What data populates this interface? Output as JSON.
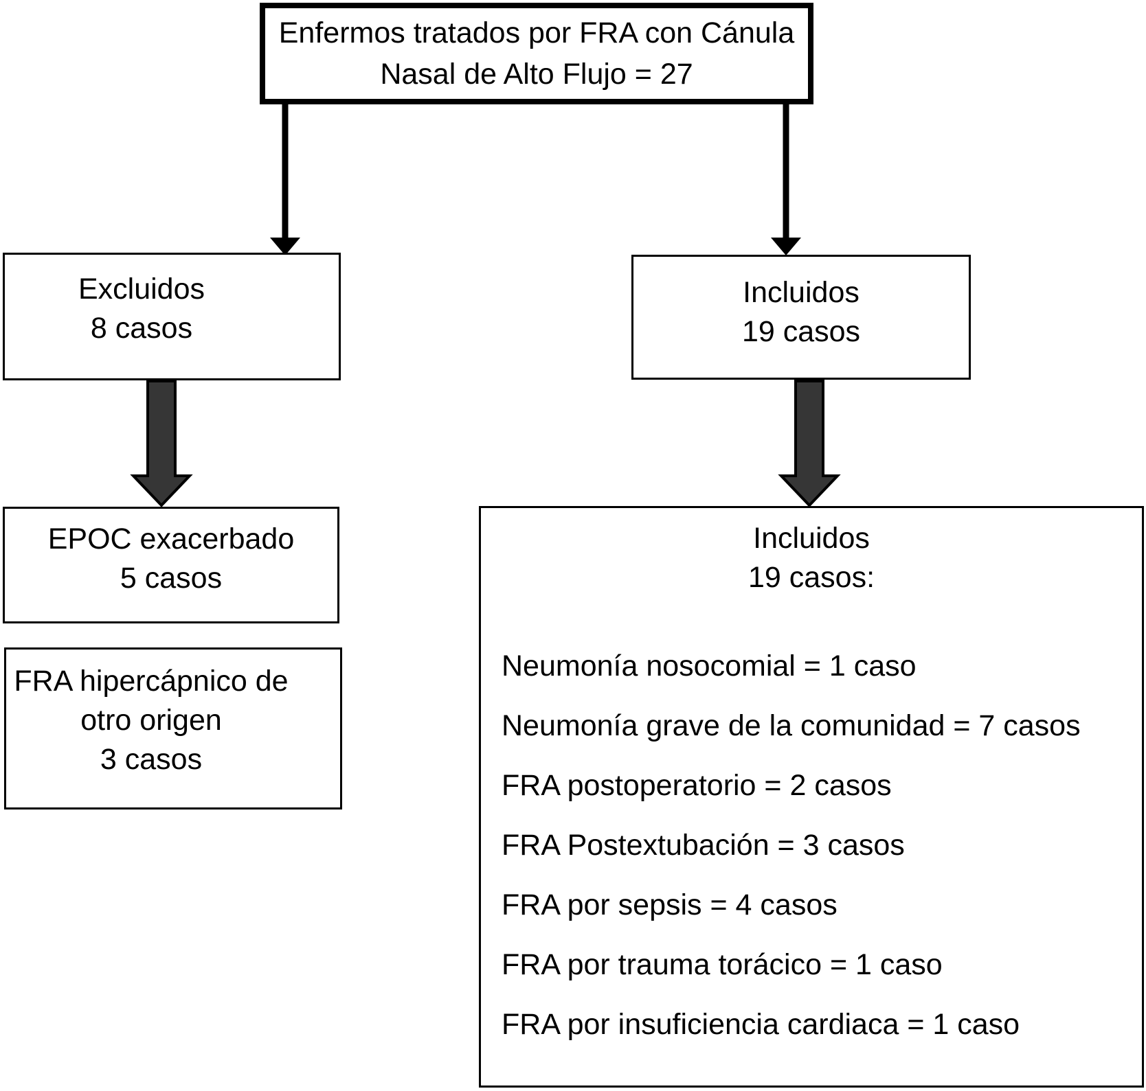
{
  "flowchart": {
    "root": {
      "lines": [
        "Enfermos tratados por FRA con Cánula",
        "Nasal de Alto Flujo = 27"
      ]
    },
    "excluded": {
      "lines": [
        "Excluidos",
        "8 casos"
      ]
    },
    "included": {
      "lines": [
        "Incluidos",
        "19 casos"
      ]
    },
    "epoc": {
      "lines": [
        "EPOC exacerbado",
        "5 casos"
      ]
    },
    "fra_other": {
      "lines": [
        "FRA hipercápnico de",
        "otro origen",
        "3 casos"
      ]
    },
    "included_detail": {
      "header": [
        "Incluidos",
        "19 casos:"
      ],
      "items": [
        "Neumonía nosocomial = 1 caso",
        "Neumonía grave de la comunidad = 7 casos",
        "FRA postoperatorio = 2 casos",
        "FRA Postextubación = 3 casos",
        "FRA por sepsis = 4 casos",
        "FRA por trauma torácico = 1 caso",
        "FRA por insuficiencia cardiaca = 1 caso"
      ]
    },
    "colors": {
      "line": "#000000",
      "block_arrow_fill": "#363636",
      "background": "#ffffff"
    }
  }
}
